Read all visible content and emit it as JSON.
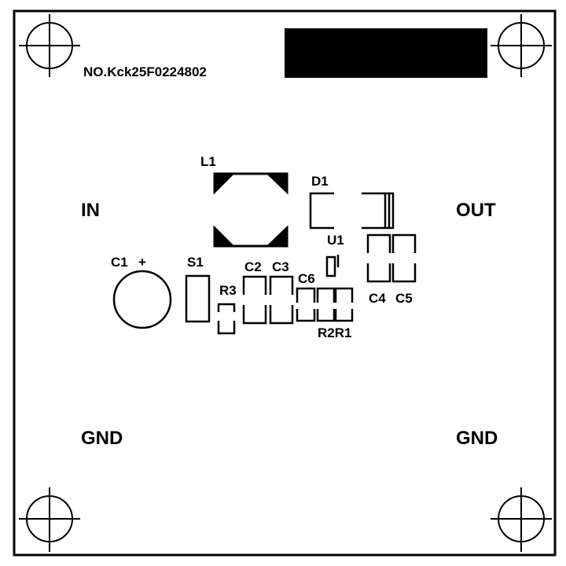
{
  "board": {
    "serial": "NO.Kck25F0224802",
    "colors": {
      "ink": "#000000",
      "background": "#ffffff"
    }
  },
  "pads": {
    "in": "IN",
    "out": "OUT",
    "gnd_left": "GND",
    "gnd_right": "GND"
  },
  "components": {
    "c1": "C1",
    "c1_polarity": "+",
    "s1": "S1",
    "l1": "L1",
    "d1": "D1",
    "u1": "U1",
    "r3": "R3",
    "c2": "C2",
    "c3": "C3",
    "c6": "C6",
    "r2r1": "R2R1",
    "c4": "C4",
    "c5": "C5"
  },
  "icons": {
    "mounting_holes": "crosshair-circle-icon",
    "label_block": "solid-black-rectangle"
  }
}
